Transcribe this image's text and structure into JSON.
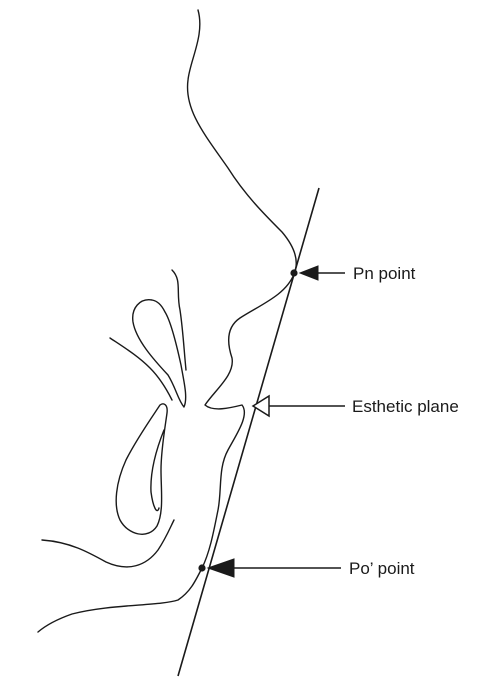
{
  "labels": {
    "pn_point": "Pn point",
    "esthetic_plane": "Esthetic plane",
    "po_point": "Po’ point"
  },
  "colors": {
    "ink": "#1a1a1a",
    "background": "#ffffff"
  }
}
